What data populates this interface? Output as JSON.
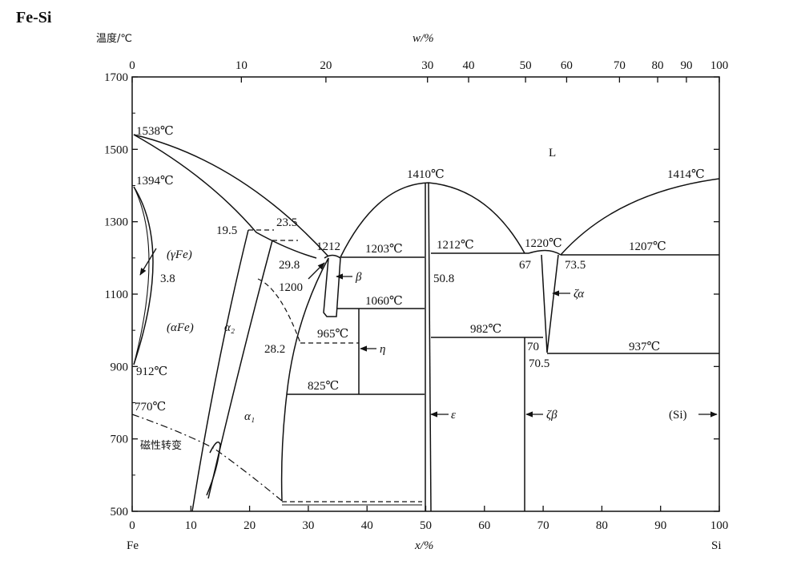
{
  "title": "Fe-Si",
  "y_axis_label": "温度/℃",
  "top_axis_label": "w/%",
  "bottom_axis_label": "x/%",
  "left_element": "Fe",
  "right_element": "Si",
  "y_ticks": [
    "1700",
    "1500",
    "1300",
    "1100",
    "900",
    "700",
    "500"
  ],
  "x_ticks": [
    "0",
    "10",
    "20",
    "30",
    "40",
    "50",
    "60",
    "70",
    "80",
    "90",
    "100"
  ],
  "top_ticks": [
    "0",
    "10",
    "20",
    "30",
    "40",
    "50",
    "60",
    "70",
    "80",
    "90",
    "100"
  ],
  "labels": {
    "liquid": "L",
    "t1538": "1538℃",
    "t1394": "1394℃",
    "t912": "912℃",
    "t770": "770℃",
    "t1410": "1410℃",
    "t1414": "1414℃",
    "t1212a": "1212",
    "t1203": "1203℃",
    "t1212b": "1212℃",
    "t1220": "1220℃",
    "t1207": "1207℃",
    "t1060": "1060℃",
    "t965": "965℃",
    "t982": "982℃",
    "t937": "937℃",
    "t825": "825℃",
    "c19_5": "19.5",
    "c23_5": "23.5",
    "c29_8": "29.8",
    "c1200": "1200",
    "c28_2": "28.2",
    "c3_8": "3.8",
    "c50_8": "50.8",
    "c67": "67",
    "c73_5": "73.5",
    "c70": "70",
    "c70_5": "70.5",
    "gamma_fe": "(γFe)",
    "alpha_fe": "(αFe)",
    "alpha2": "α₂",
    "alpha1": "α₁",
    "beta": "β",
    "eta": "η",
    "epsilon": "ε",
    "zeta_alpha": "ζα",
    "zeta_beta": "ζβ",
    "si_phase": "(Si)",
    "magnetic": "磁性转变"
  }
}
